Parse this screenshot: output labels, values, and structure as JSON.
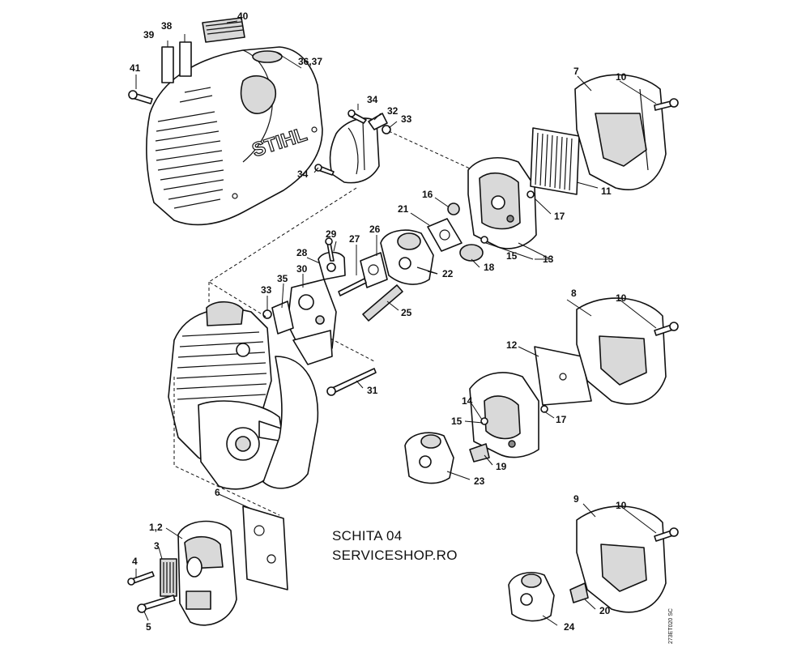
{
  "brand": "STIHL",
  "caption": {
    "line1": "SCHITA 04",
    "line2": "SERVICESHOP.RO"
  },
  "doc_code": "273ET020 SC",
  "part_numbers": {
    "n1_2": "1,2",
    "n3": "3",
    "n4": "4",
    "n5": "5",
    "n6": "6",
    "n7": "7",
    "n8": "8",
    "n9": "9",
    "n10a": "10",
    "n10b": "10",
    "n10c": "10",
    "n11": "11",
    "n12": "12",
    "n13": "13",
    "n14": "14",
    "n15a": "15",
    "n15b": "15",
    "n16": "16",
    "n17a": "17",
    "n17b": "17",
    "n18": "18",
    "n19": "19",
    "n20": "20",
    "n21": "21",
    "n22": "22",
    "n23": "23",
    "n24": "24",
    "n25": "25",
    "n26": "26",
    "n27": "27",
    "n28": "28",
    "n29": "29",
    "n30": "30",
    "n31": "31",
    "n32": "32",
    "n33a": "33",
    "n33b": "33",
    "n34a": "34",
    "n34b": "34",
    "n35": "35",
    "n36_37": "36,37",
    "n38": "38",
    "n39": "39",
    "n40": "40",
    "n41": "41"
  }
}
